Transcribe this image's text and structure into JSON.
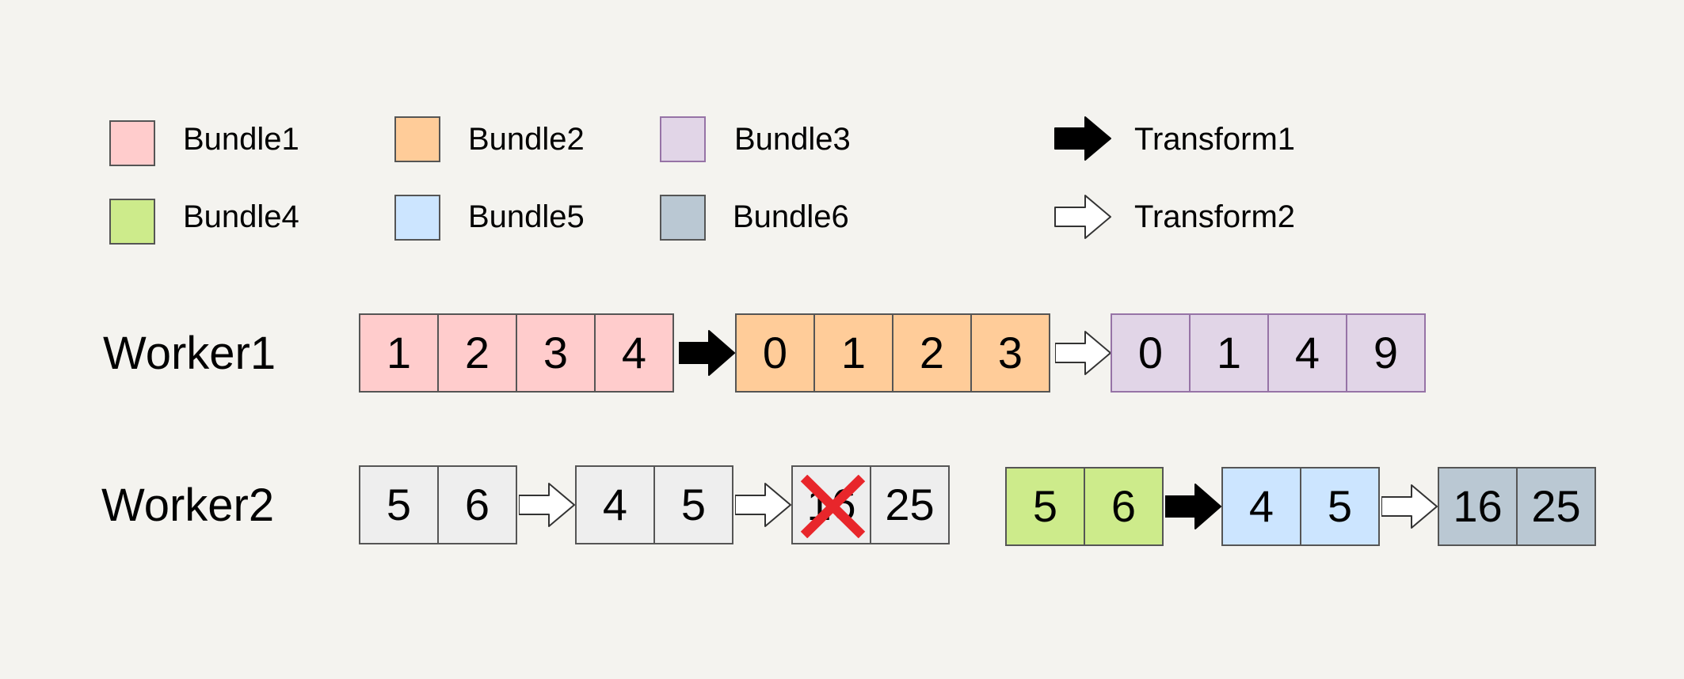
{
  "colors": {
    "bundle1": {
      "fill": "#ffcccc",
      "border": "#555555"
    },
    "bundle2": {
      "fill": "#ffcc99",
      "border": "#555555"
    },
    "bundle3": {
      "fill": "#e1d5e7",
      "border": "#9673a6"
    },
    "bundle4": {
      "fill": "#cdeb8b",
      "border": "#555555"
    },
    "bundle5": {
      "fill": "#cce5ff",
      "border": "#555555"
    },
    "bundle6": {
      "fill": "#bac8d3",
      "border": "#555555"
    },
    "plain": {
      "fill": "#eeeeee",
      "border": "#555555"
    },
    "cross": "#e8262b"
  },
  "legend": {
    "bundles": [
      "Bundle1",
      "Bundle2",
      "Bundle3",
      "Bundle4",
      "Bundle5",
      "Bundle6"
    ],
    "transforms": [
      {
        "label": "Transform1",
        "icon": "solid-arrow-icon"
      },
      {
        "label": "Transform2",
        "icon": "hollow-arrow-icon"
      }
    ]
  },
  "workers": [
    {
      "label": "Worker1",
      "groups": [
        {
          "bundle": "bundle1",
          "values": [
            "1",
            "2",
            "3",
            "4"
          ]
        },
        {
          "bundle": "bundle2",
          "values": [
            "0",
            "1",
            "2",
            "3"
          ]
        },
        {
          "bundle": "bundle3",
          "values": [
            "0",
            "1",
            "4",
            "9"
          ]
        }
      ],
      "transforms": [
        "Transform1",
        "Transform2"
      ]
    },
    {
      "label": "Worker2",
      "groups": [
        {
          "bundle": "plain",
          "values": [
            "5",
            "6"
          ]
        },
        {
          "bundle": "plain",
          "values": [
            "4",
            "5"
          ]
        },
        {
          "bundle": "plain",
          "values": [
            "16",
            "25"
          ],
          "crossed_index": 0
        },
        {
          "bundle": "bundle4",
          "values": [
            "5",
            "6"
          ]
        },
        {
          "bundle": "bundle5",
          "values": [
            "4",
            "5"
          ]
        },
        {
          "bundle": "bundle6",
          "values": [
            "16",
            "25"
          ]
        }
      ],
      "transforms": [
        "Transform2",
        "Transform2",
        "none",
        "Transform1",
        "Transform2"
      ]
    }
  ]
}
